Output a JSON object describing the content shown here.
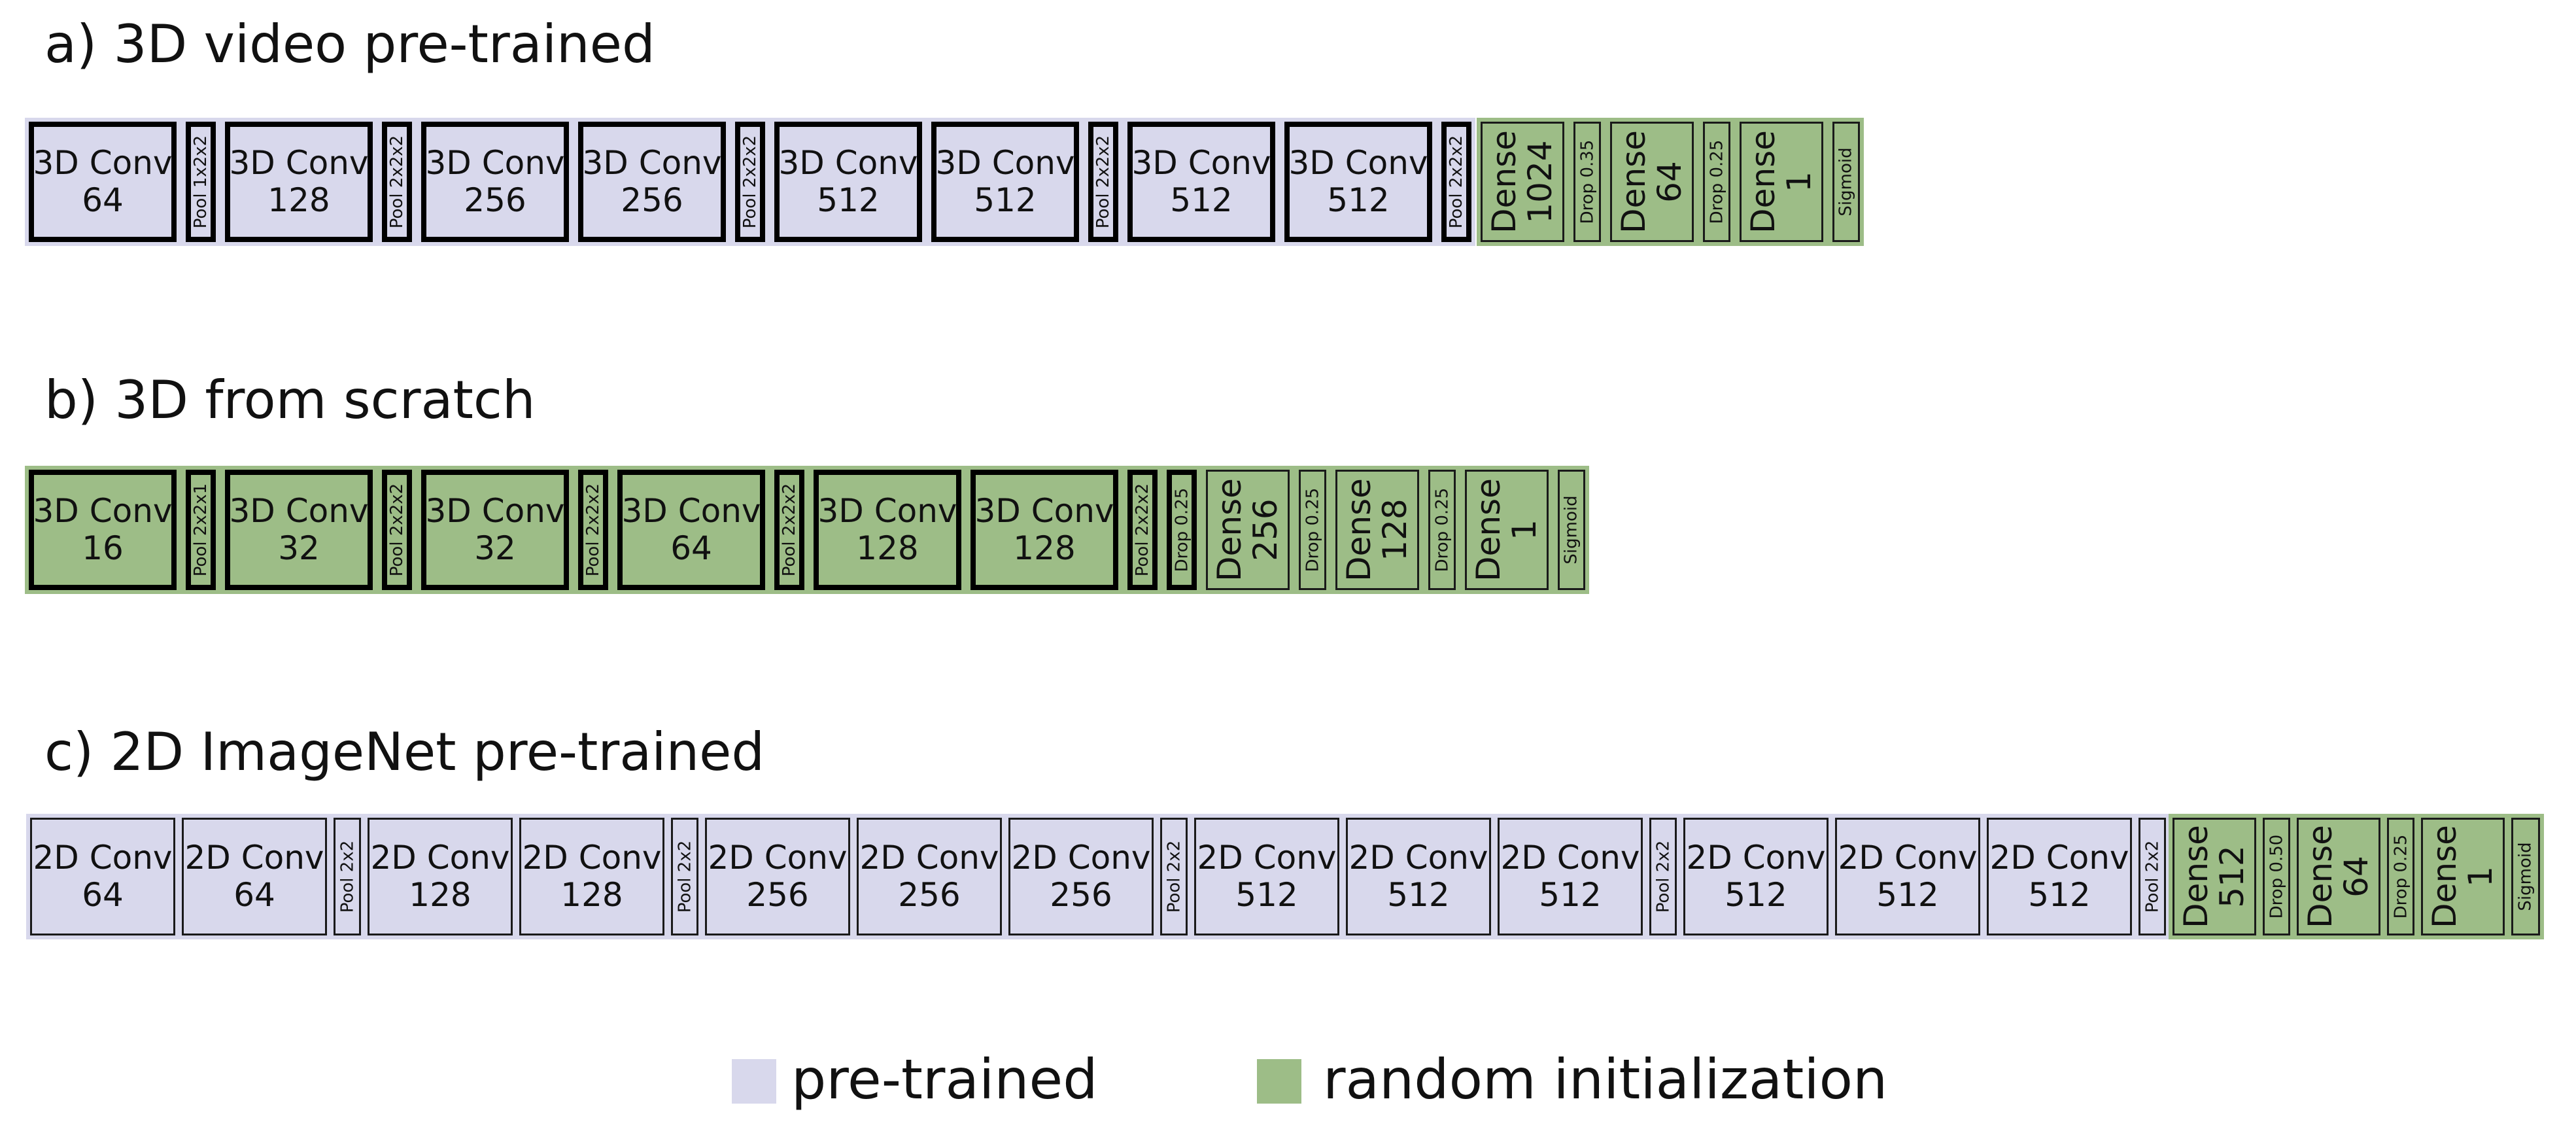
{
  "colors": {
    "pretrained": "#d8d8ec",
    "random": "#9dbd87",
    "border": "#000000"
  },
  "rows": [
    {
      "title": "a) 3D video pre-trained",
      "style": "thick",
      "blocks": [
        {
          "kind": "conv",
          "label": "3D Conv\n64",
          "init": "pre"
        },
        {
          "kind": "pool",
          "label": "Pool 1x2x2",
          "init": "pre"
        },
        {
          "kind": "conv",
          "label": "3D Conv\n128",
          "init": "pre"
        },
        {
          "kind": "pool",
          "label": "Pool 2x2x2",
          "init": "pre"
        },
        {
          "kind": "conv",
          "label": "3D Conv\n256",
          "init": "pre"
        },
        {
          "kind": "conv",
          "label": "3D Conv\n256",
          "init": "pre"
        },
        {
          "kind": "pool",
          "label": "Pool 2x2x2",
          "init": "pre"
        },
        {
          "kind": "conv",
          "label": "3D Conv\n512",
          "init": "pre"
        },
        {
          "kind": "conv",
          "label": "3D Conv\n512",
          "init": "pre"
        },
        {
          "kind": "pool",
          "label": "Pool 2x2x2",
          "init": "pre"
        },
        {
          "kind": "conv",
          "label": "3D Conv\n512",
          "init": "pre"
        },
        {
          "kind": "conv",
          "label": "3D Conv\n512",
          "init": "pre"
        },
        {
          "kind": "pool",
          "label": "Pool 2x2x2",
          "init": "pre"
        },
        {
          "kind": "dense",
          "label": "Dense\n1024",
          "init": "rnd"
        },
        {
          "kind": "drop",
          "label": "Drop 0.35",
          "init": "rnd"
        },
        {
          "kind": "dense",
          "label": "Dense\n64",
          "init": "rnd"
        },
        {
          "kind": "drop",
          "label": "Drop 0.25",
          "init": "rnd"
        },
        {
          "kind": "dense",
          "label": "Dense\n1",
          "init": "rnd"
        },
        {
          "kind": "sig",
          "label": "Sigmoid",
          "init": "rnd"
        }
      ]
    },
    {
      "title": "b) 3D from scratch",
      "style": "thick",
      "blocks": [
        {
          "kind": "conv",
          "label": "3D Conv\n16",
          "init": "rnd"
        },
        {
          "kind": "pool",
          "label": "Pool 2x2x1",
          "init": "rnd"
        },
        {
          "kind": "conv",
          "label": "3D Conv\n32",
          "init": "rnd"
        },
        {
          "kind": "pool",
          "label": "Pool 2x2x2",
          "init": "rnd"
        },
        {
          "kind": "conv",
          "label": "3D Conv\n32",
          "init": "rnd"
        },
        {
          "kind": "pool",
          "label": "Pool 2x2x2",
          "init": "rnd"
        },
        {
          "kind": "conv",
          "label": "3D Conv\n64",
          "init": "rnd"
        },
        {
          "kind": "pool",
          "label": "Pool 2x2x2",
          "init": "rnd"
        },
        {
          "kind": "conv",
          "label": "3D Conv\n128",
          "init": "rnd"
        },
        {
          "kind": "conv",
          "label": "3D Conv\n128",
          "init": "rnd"
        },
        {
          "kind": "pool",
          "label": "Pool 2x2x2",
          "init": "rnd"
        },
        {
          "kind": "pool",
          "label": "Drop 0.25",
          "init": "rnd"
        },
        {
          "kind": "dense",
          "label": "Dense\n256",
          "init": "rnd"
        },
        {
          "kind": "drop",
          "label": "Drop 0.25",
          "init": "rnd"
        },
        {
          "kind": "dense",
          "label": "Dense\n128",
          "init": "rnd"
        },
        {
          "kind": "drop",
          "label": "Drop 0.25",
          "init": "rnd"
        },
        {
          "kind": "dense",
          "label": "Dense\n1",
          "init": "rnd"
        },
        {
          "kind": "sig",
          "label": "Sigmoid",
          "init": "rnd"
        }
      ]
    },
    {
      "title": "c) 2D ImageNet pre-trained",
      "style": "thin",
      "blocks": [
        {
          "kind": "conv",
          "label": "2D Conv\n64",
          "init": "pre"
        },
        {
          "kind": "conv",
          "label": "2D Conv\n64",
          "init": "pre"
        },
        {
          "kind": "pool",
          "label": "Pool 2x2",
          "init": "pre"
        },
        {
          "kind": "conv",
          "label": "2D Conv\n128",
          "init": "pre"
        },
        {
          "kind": "conv",
          "label": "2D Conv\n128",
          "init": "pre"
        },
        {
          "kind": "pool",
          "label": "Pool 2x2",
          "init": "pre"
        },
        {
          "kind": "conv",
          "label": "2D Conv\n256",
          "init": "pre"
        },
        {
          "kind": "conv",
          "label": "2D Conv\n256",
          "init": "pre"
        },
        {
          "kind": "conv",
          "label": "2D Conv\n256",
          "init": "pre"
        },
        {
          "kind": "pool",
          "label": "Pool 2x2",
          "init": "pre"
        },
        {
          "kind": "conv",
          "label": "2D Conv\n512",
          "init": "pre"
        },
        {
          "kind": "conv",
          "label": "2D Conv\n512",
          "init": "pre"
        },
        {
          "kind": "conv",
          "label": "2D Conv\n512",
          "init": "pre"
        },
        {
          "kind": "pool",
          "label": "Pool 2x2",
          "init": "pre"
        },
        {
          "kind": "conv",
          "label": "2D Conv\n512",
          "init": "pre"
        },
        {
          "kind": "conv",
          "label": "2D Conv\n512",
          "init": "pre"
        },
        {
          "kind": "conv",
          "label": "2D Conv\n512",
          "init": "pre"
        },
        {
          "kind": "pool",
          "label": "Pool 2x2",
          "init": "pre"
        },
        {
          "kind": "dense",
          "label": "Dense\n512",
          "init": "rnd"
        },
        {
          "kind": "drop",
          "label": "Drop 0.50",
          "init": "rnd"
        },
        {
          "kind": "dense",
          "label": "Dense\n64",
          "init": "rnd"
        },
        {
          "kind": "drop",
          "label": "Drop 0.25",
          "init": "rnd"
        },
        {
          "kind": "dense",
          "label": "Dense\n1",
          "init": "rnd"
        },
        {
          "kind": "sig",
          "label": "Sigmoid",
          "init": "rnd"
        }
      ]
    }
  ],
  "legend": [
    {
      "label": "pre-trained",
      "init": "pre"
    },
    {
      "label": "random initialization",
      "init": "rnd"
    }
  ]
}
